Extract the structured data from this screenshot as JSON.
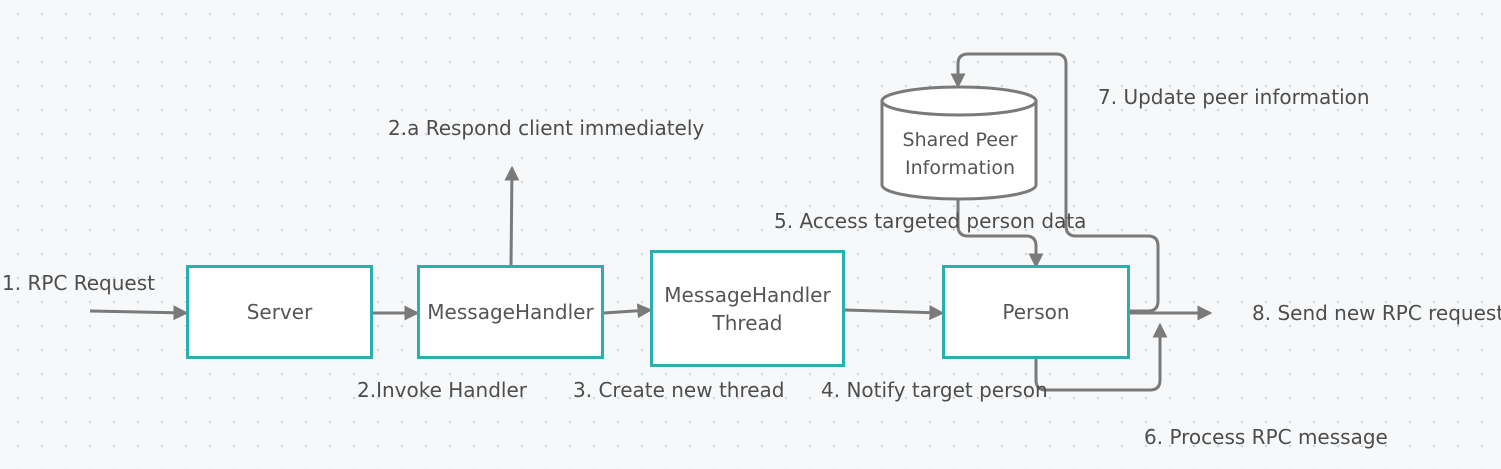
{
  "nodes": {
    "server": "Server",
    "message_handler": "MessageHandler",
    "message_handler_thread": "MessageHandler\nThread",
    "person": "Person",
    "shared_peer_info": "Shared Peer\nInformation"
  },
  "edges": {
    "rpc_request": "1. RPC Request",
    "invoke_handler": "2.Invoke Handler",
    "respond_client": "2.a Respond client immediately",
    "create_thread": "3. Create new thread",
    "notify_person": "4. Notify target person",
    "access_data": "5. Access targeted person data",
    "process_rpc": "6. Process RPC message",
    "update_peer": "7. Update peer information",
    "send_rpc": "8. Send new RPC request"
  },
  "colors": {
    "node_border": "#2aaeae",
    "connector": "#7a7a7a",
    "background": "#f7f8f9"
  }
}
